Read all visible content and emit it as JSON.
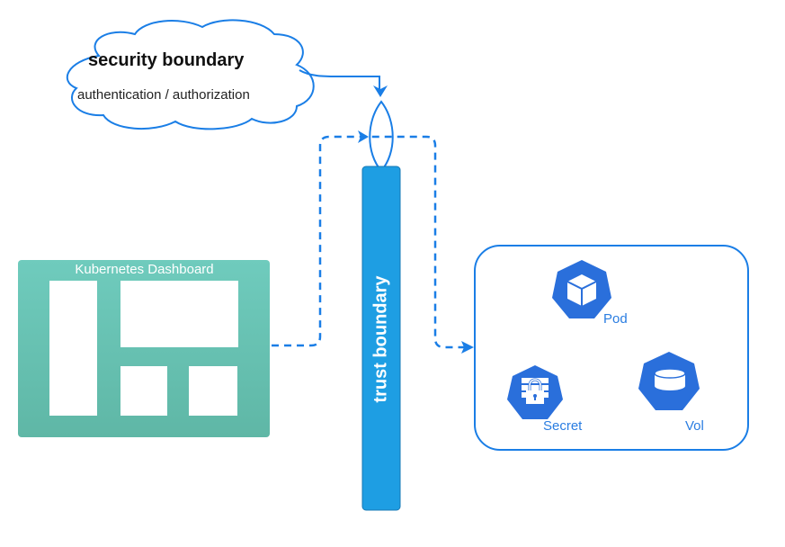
{
  "security_cloud": {
    "title": "security boundary",
    "subtitle": "authentication / authorization"
  },
  "dashboard": {
    "title": "Kubernetes Dashboard"
  },
  "trust_boundary": {
    "label": "trust boundary"
  },
  "resources": {
    "pod": {
      "label": "Pod",
      "icon": "pod-icon"
    },
    "secret": {
      "label": "Secret",
      "icon": "secret-icon"
    },
    "vol": {
      "label": "Vol",
      "icon": "volume-icon"
    }
  },
  "colors": {
    "dashboard_fill": "#6cc5b6",
    "trust_bar_fill": "#1e9ee3",
    "accent_blue": "#1a7ee6",
    "icon_blue": "#2a6fdb"
  }
}
